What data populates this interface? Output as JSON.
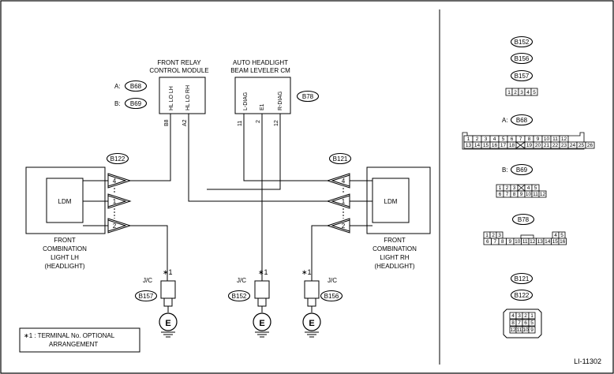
{
  "diagram_id": "LI-11302",
  "modules": {
    "relay": {
      "title1": "FRONT RELAY",
      "title2": "CONTROL MODULE",
      "pin1": "HL LO LH",
      "pin2": "HL LO RH",
      "term1": "B8",
      "term2": "A2"
    },
    "leveler": {
      "title1": "AUTO HEADLIGHT",
      "title2": "BEAM LEVELER CM",
      "pin1": "L-DIAG",
      "pin2": "E1",
      "pin3": "R-DIAG",
      "term1": "11",
      "term2": "2",
      "term3": "12",
      "connector": "B78"
    }
  },
  "connector_refs": {
    "a_label": "A:",
    "a_code": "B68",
    "b_label": "B:",
    "b_code": "B69"
  },
  "left_lamp": {
    "ldm": "LDM",
    "connector": "B122",
    "pins": [
      "4",
      "1",
      "2"
    ],
    "label1": "FRONT",
    "label2": "COMBINATION",
    "label3": "LIGHT LH",
    "label4": "(HEADLIGHT)"
  },
  "right_lamp": {
    "ldm": "LDM",
    "connector": "B121",
    "pins": [
      "4",
      "1",
      "2"
    ],
    "label1": "FRONT",
    "label2": "COMBINATION",
    "label3": "LIGHT RH",
    "label4": "(HEADLIGHT)"
  },
  "grounds": [
    {
      "jc": "J/C",
      "connector": "B157",
      "mark": "∗1",
      "symbol": "E"
    },
    {
      "jc": "J/C",
      "connector": "B152",
      "mark": "∗1",
      "symbol": "E"
    },
    {
      "jc": "J/C",
      "connector": "B156",
      "mark": "∗1",
      "symbol": "E"
    }
  ],
  "note": {
    "line1": "∗1 : TERMINAL No. OPTIONAL",
    "line2": "ARRANGEMENT"
  },
  "panel": {
    "jc_codes": [
      "B152",
      "B156",
      "B157"
    ],
    "jc_pins": [
      "1",
      "2",
      "3",
      "4",
      "5"
    ],
    "b68_label": "A:",
    "b68_code": "B68",
    "b68_row1": [
      "1",
      "2",
      "3",
      "4",
      "5",
      "6",
      "7",
      "8",
      "9",
      "10",
      "11",
      "12"
    ],
    "b68_row2": [
      "13",
      "14",
      "15",
      "16",
      "17",
      "18",
      "19",
      "20",
      "21",
      "22",
      "23",
      "24",
      "25",
      "26"
    ],
    "b69_label": "B:",
    "b69_code": "B69",
    "b69_row1": [
      "1",
      "2",
      "3",
      "4",
      "5"
    ],
    "b69_row2": [
      "6",
      "7",
      "8",
      "9",
      "10",
      "11",
      "12"
    ],
    "b78_code": "B78",
    "b78_row1": [
      "1",
      "2",
      "3",
      "4",
      "5"
    ],
    "b78_row2": [
      "6",
      "7",
      "8",
      "9",
      "10",
      "11",
      "12",
      "13",
      "14",
      "15",
      "16"
    ],
    "lamp_codes": [
      "B121",
      "B122"
    ],
    "lamp_row1": [
      "4",
      "3",
      "2",
      "1"
    ],
    "lamp_row2": [
      "8",
      "7",
      "6",
      "5"
    ],
    "lamp_row3": [
      "12",
      "11",
      "10",
      "9"
    ]
  }
}
